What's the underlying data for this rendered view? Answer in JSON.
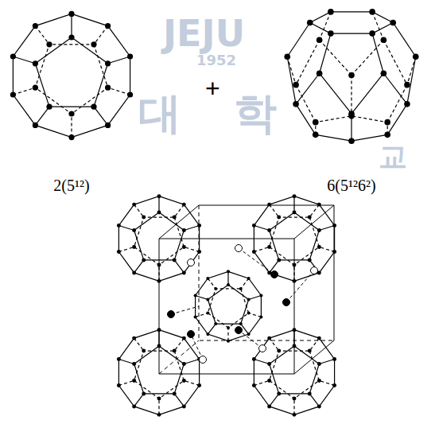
{
  "diagram": {
    "labels": [
      "JEJU",
      "1952",
      "+",
      "2(5¹²)",
      "6(5¹²6²)",
      "대",
      "학",
      "교"
    ]
  }
}
